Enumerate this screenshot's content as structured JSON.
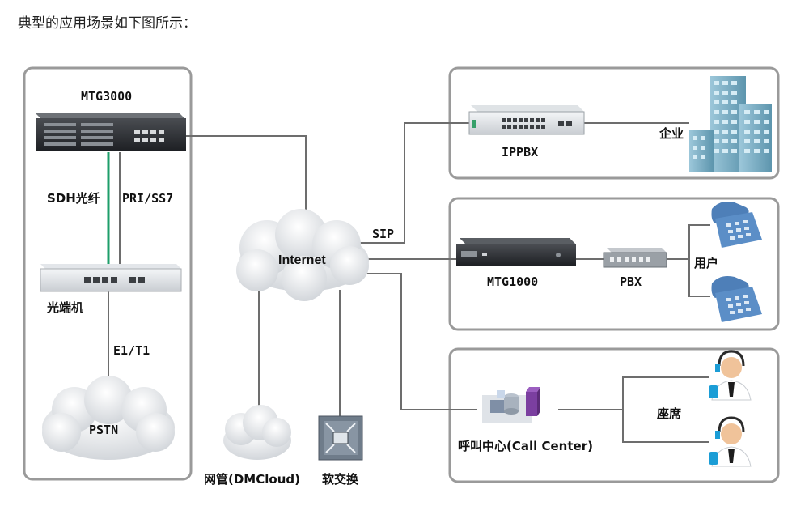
{
  "intro": "典型的应用场景如下图所示：",
  "labels": {
    "mtg3000": "MTG3000",
    "sdh": "SDH光纤",
    "pri": "PRI/SS7",
    "optical": "光端机",
    "e1t1": "E1/T1",
    "pstn": "PSTN",
    "internet": "Internet",
    "dmcloud": "网管(DMCloud)",
    "softswitch": "软交换",
    "sip": "SIP",
    "ippbx": "IPPBX",
    "enterprise": "企业",
    "mtg1000": "MTG1000",
    "pbx": "PBX",
    "user": "用户",
    "callcenter": "呼叫中心(Call Center)",
    "seats": "座席"
  },
  "colors": {
    "panel_border": "#9a9a9a",
    "wire": "#6d6d6d",
    "fiber": "#1e9e6a",
    "cloud": "#e9ebee",
    "building": "#7fb2c8"
  },
  "icons": {
    "mtg3000": "gateway-chassis-icon",
    "optical": "optical-terminal-icon",
    "pstn": "cloud-icon",
    "internet": "cloud-icon",
    "dmcloud": "cloud-icon",
    "softswitch": "softswitch-icon",
    "ippbx": "switch-icon",
    "enterprise": "building-icon",
    "mtg1000": "gateway-1u-icon",
    "pbx": "pbx-icon",
    "phone": "telephone-icon",
    "callcenter": "server-cluster-icon",
    "agent": "agent-headset-icon"
  }
}
